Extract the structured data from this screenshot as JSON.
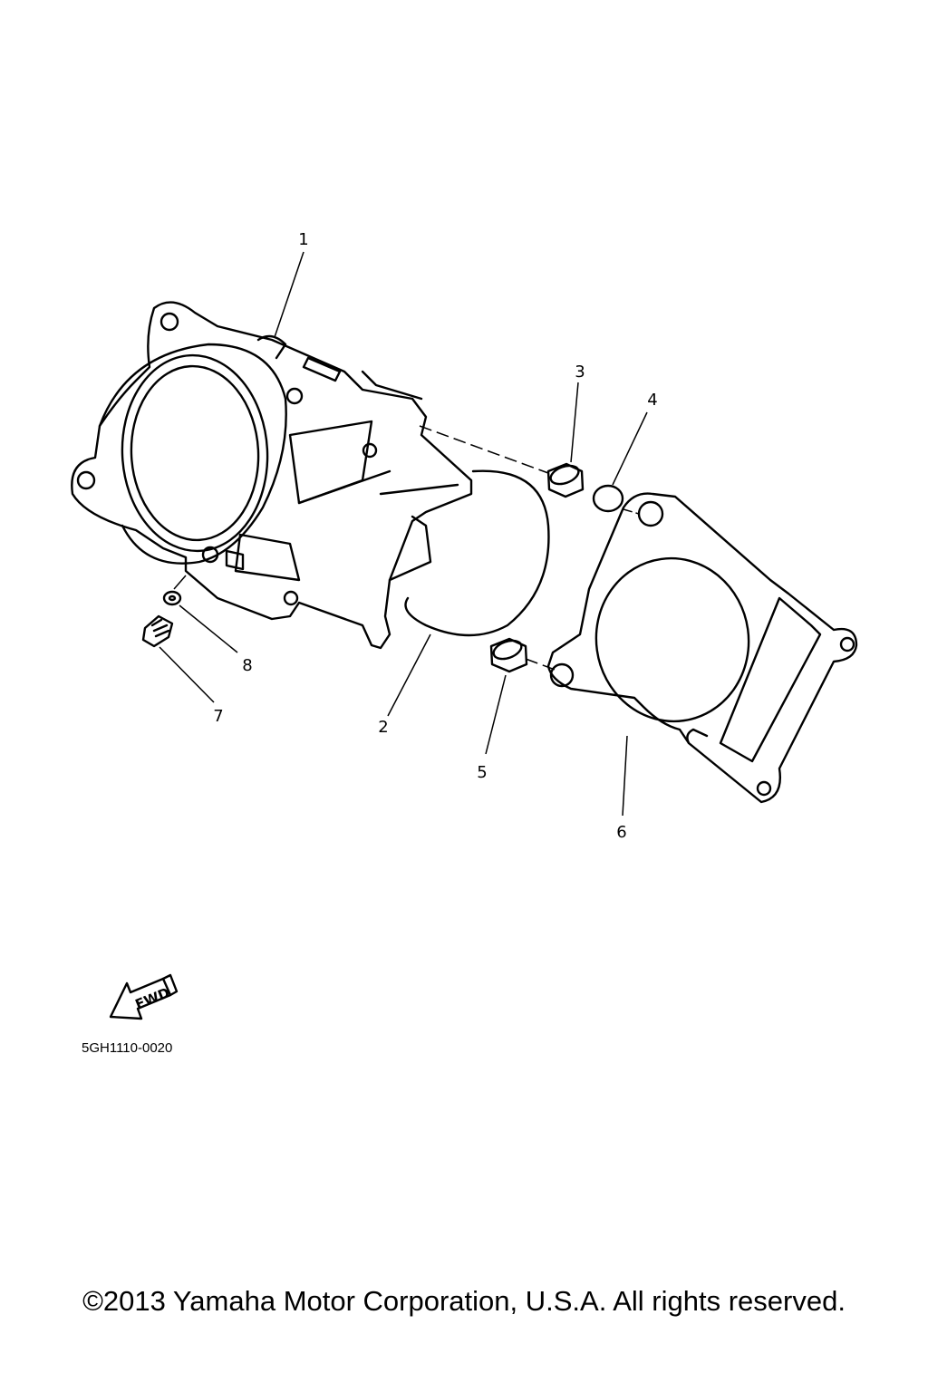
{
  "callouts": {
    "c1": "1",
    "c2": "2",
    "c3": "3",
    "c4": "4",
    "c5": "5",
    "c6": "6",
    "c7": "7",
    "c8": "8"
  },
  "fwd_label": "FWD",
  "diagram_code": "5GH1110-0020",
  "copyright": "©2013 Yamaha Motor Corporation, U.S.A. All rights reserved."
}
